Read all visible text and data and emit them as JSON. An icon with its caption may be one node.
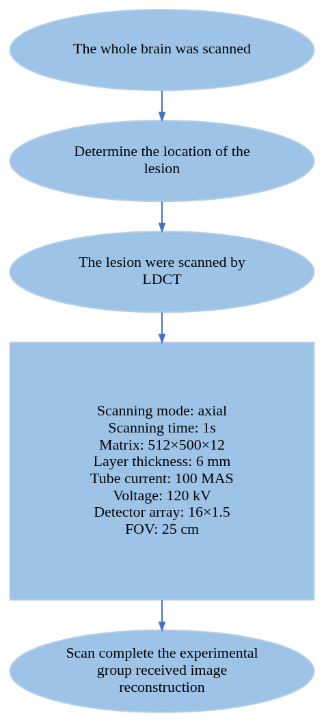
{
  "diagram": {
    "nodes": [
      {
        "text": [
          "The whole brain was scanned"
        ]
      },
      {
        "text": [
          "Determine the location of the lesion"
        ]
      },
      {
        "text": [
          "The lesion were scanned by LDCT"
        ]
      },
      {
        "text": [
          "Scanning mode: axial",
          "Scanning time: 1s",
          "Matrix: 512×500×12",
          "Layer thickness: 6 mm",
          "Tube current: 100 MAS",
          "Voltage: 120 kV",
          "Detector array: 16×1.5",
          "FOV: 25 cm"
        ]
      },
      {
        "text": [
          "Scan complete the experimental group received image reconstruction"
        ]
      }
    ],
    "edges": [
      {
        "from": 0,
        "to": 1,
        "arrow": "to"
      },
      {
        "from": 1,
        "to": 2,
        "arrow": "to"
      },
      {
        "from": 2,
        "to": 3,
        "arrow": "to"
      },
      {
        "from": 3,
        "to": 4,
        "arrow": "to"
      }
    ]
  }
}
